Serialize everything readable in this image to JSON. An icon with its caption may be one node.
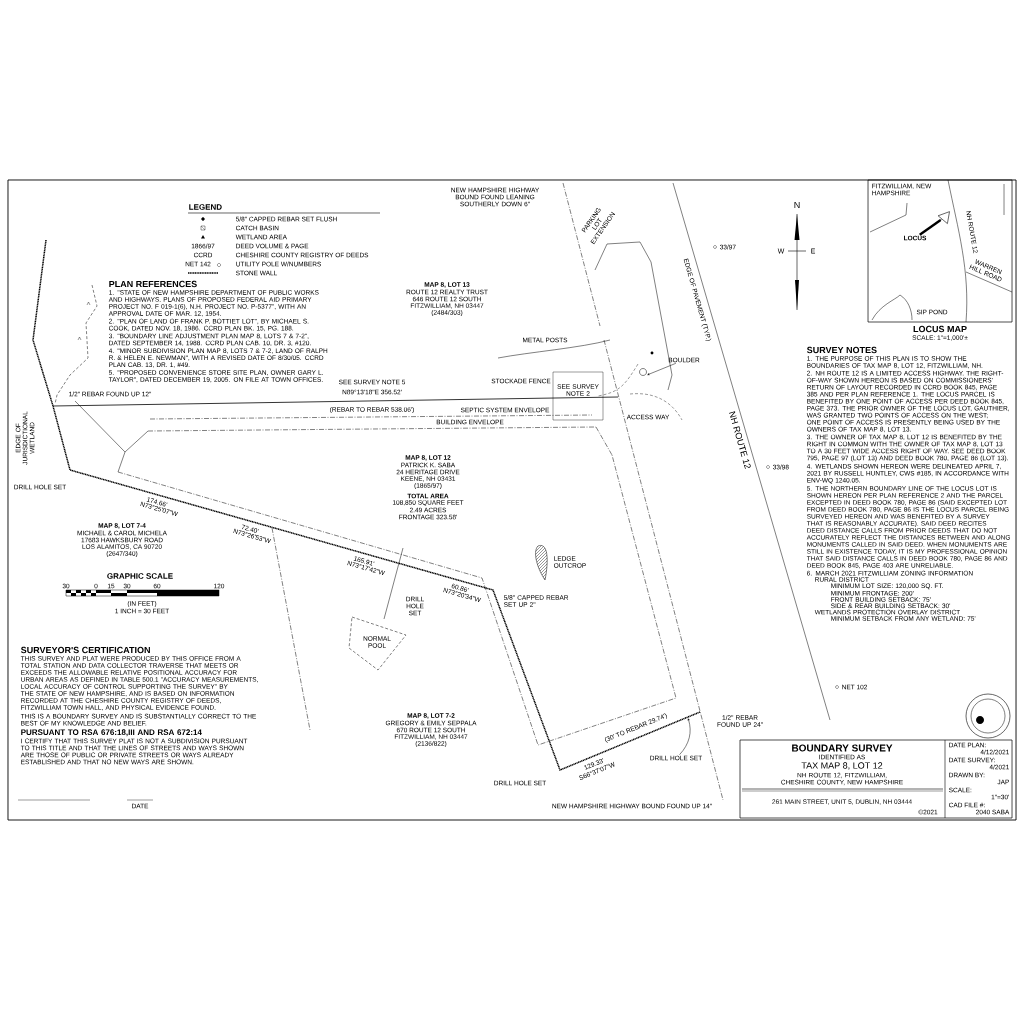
{
  "diagram": {
    "nodes": [
      {
        "text": [
          "LOCUS"
        ]
      },
      {
        "text": [
          "BOULDER"
        ]
      },
      {
        "text": [
          "DRILL HOLE SET"
        ]
      },
      {
        "text": [],
        "shape": "triangle"
      }
    ],
    "edges": [
      {
        "from": 0,
        "to": 3,
        "arrow": "to",
        "style": "thick"
      },
      {
        "from": 1,
        "to": null,
        "arrow": "to"
      },
      {
        "from": 2,
        "to": null,
        "arrow": "to"
      }
    ],
    "labels": [
      "LEGEND",
      "1866/97",
      "CCRD",
      "NET 142",
      "MAP 8, LOT 13",
      "ROUTE 12 REALTY TRUST",
      "646 ROUTE 12 SOUTH",
      "FITZWILLIAM, NH 03447",
      "(2484/303)",
      "MAP 8, LOT 12",
      "PATRICK K. SABA",
      "24 HERITAGE DRIVE",
      "KEENE, NH 03431",
      "(1865/97)",
      "TOTAL AREA",
      "108,850 SQUARE FEET",
      "2.49 ACRES",
      "FRONTAGE 323.58'",
      "MAP 8, LOT 7-4",
      "MICHAEL & CAROL MICHELA",
      "17683 HAWKSBURY ROAD",
      "LOS ALAMITOS, CA 90720",
      "(2647/340)",
      "MAP 8, LOT 7-2",
      "GREGORY & EMILY SEPPALA",
      "670 ROUTE 12 SOUTH",
      "FITZWILLIAM, NH 03447",
      "(2136/822)",
      "SEE SURVEY NOTE 5",
      "N89°13'18\"E 356.52'",
      "(REBAR TO REBAR 538.06')",
      "SEPTIC SYSTEM ENVELOPE",
      "BUILDING ENVELOPE",
      "1/2\" REBAR FOUND UP 12\"",
      "EDGE OF JURISDICTIONAL WETLAND",
      "DRILL HOLE SET",
      "METAL POSTS",
      "STOCKADE FENCE",
      "SEE SURVEY NOTE 2",
      "ACCESS WAY",
      "NH ROUTE 12",
      "NEW HAMPSHIRE HIGHWAY BOUND FOUND LEANING SOUTHERLY DOWN 6\"",
      "NEW HAMPSHIRE HIGHWAY BOUND FOUND UP 14\"",
      "33/97",
      "33/98",
      "NET 102",
      "LEDGE OUTCROP",
      "NORMAL POOL",
      "5/8\" CAPPED REBAR SET UP 2\"",
      "1/2\" REBAR FOUND UP 24\"",
      "DRILL HOLE SET",
      "DRILL HOLE SET",
      "174.66'",
      "N73°25'07\"W",
      "72.40'",
      "N73°26'53\"W",
      "165.91'",
      "N73°17'42\"W",
      "60.86'",
      "N73°20'34\"W",
      "129.33'",
      "S66°37'07\"W",
      "(30' TO REBAR 29.74')",
      "GRAPHIC SCALE",
      "30",
      "0",
      "15",
      "30",
      "60",
      "120",
      "(IN FEET)",
      "1 INCH = 30 FEET",
      "N",
      "W",
      "E",
      "FITZWILLIAM, NEW HAMPSHIRE",
      "NH ROUTE 12",
      "WARREN HILL ROAD",
      "SIP POND",
      "LOCUS MAP",
      "SCALE: 1\"=1,000'±",
      "SURVEY NOTES",
      "1. THE PURPOSE OF THIS PLAN IS TO SHOW THE BOUNDARIES OF TAX MAP 8, LOT 12, FITZWILLIAM, NH.",
      "2. NH ROUTE 12 IS A LIMITED ACCESS HIGHWAY. THE RIGHT-OF-WAY SHOWN HEREON IS BASED ON COMMISSIONERS' RETURN OF LAYOUT RECORDED IN CCRD BOOK 845, PAGE 385 AND PER PLAN REFERENCE 1. THE LOCUS PARCEL IS BENEFITED BY ONE POINT OF ACCESS PER DEED BOOK 845, PAGE 373. THE PRIOR OWNER OF THE LOCUS LOT, GAUTHIER, WAS GRANTED TWO POINTS OF ACCESS ON THE WEST; ONE POINT OF ACCESS IS PRESENTLY BEING USED BY THE OWNERS OF TAX MAP 8, LOT 13.",
      "3. THE OWNER OF TAX MAP 8, LOT 12 IS BENEFITED BY THE RIGHT IN COMMON WITH THE OWNER OF TAX MAP 8, LOT 13 TO A 30 FEET WIDE ACCESS RIGHT OF WAY. SEE DEED BOOK 795, PAGE 97 (LOT 13) AND DEED BOOK 780, PAGE 86 (LOT 13).",
      "4. WETLANDS SHOWN HEREON WERE DELINEATED APRIL 7, 2021 BY RUSSELL HUNTLEY, CWS #185, IN ACCORDANCE WITH ENV-WQ 1240.05.",
      "5. THE NORTHERN BOUNDARY LINE OF THE LOCUS LOT IS SHOWN HEREON PER PLAN REFERENCE 2 AND THE PARCEL EXCEPTED IN DEED BOOK 780, PAGE 86 (SAID EXCEPTED LOT FROM DEED BOOK 780, PAGE 86 IS THE LOCUS PARCEL BEING SURVEYED HEREON AND WAS BENEFITED BY A SURVEY THAT IS REASONABLY ACCURATE). SAID DEED RECITES DEED DISTANCE CALLS FROM PRIOR DEEDS THAT DO NOT ACCURATELY REFLECT THE DISTANCES BETWEEN AND ALONG MONUMENTS CALLED IN SAID DEED. WHEN MONUMENTS ARE STILL IN EXISTENCE TODAY, IT IS MY PROFESSIONAL OPINION THAT SAID DISTANCE CALLS IN DEED BOOK 780, PAGE 86 AND DEED BOOK 845, PAGE 403 ARE UNRELIABLE.",
      "6. MARCH 2021 FITZWILLIAM ZONING INFORMATION",
      "RURAL DISTRICT",
      "MINIMUM LOT SIZE: 120,000 SQ. FT.",
      "MINIMUM FRONTAGE: 200'",
      "FRONT BUILDING SETBACK: 75'",
      "SIDE & REAR BUILDING SETBACK: 30'",
      "WETLANDS PROTECTION OVERLAY DISTRICT",
      "MINIMUM SETBACK FROM ANY WETLAND: 75'",
      "PLAN REFERENCES",
      "1. \"STATE OF NEW HAMPSHIRE DEPARTMENT OF PUBLIC WORKS AND HIGHWAYS. PLANS OF PROPOSED FEDERAL AID PRIMARY PROJECT NO. F 019-1(6), N.H. PROJECT NO. P-5377\", WITH AN APPROVAL DATE OF MAR. 12, 1954.",
      "2. \"PLAN OF LAND OF FRANK P. BOTTIET LOT\", BY MICHAEL S. COOK, DATED NOV. 18, 1986. CCRD PLAN BK. 15, PG. 188.",
      "3. \"BOUNDARY LINE ADJUSTMENT PLAN MAP 8, LOTS 7 & 7-2\", DATED SEPTEMBER 14, 1988. CCRD PLAN CAB. 10, DR. 3, #120.",
      "4. \"MINOR SUBDIVISION PLAN MAP 8, LOTS 7 & 7-2, LAND OF RALPH R. & HELEN E. NEWMAN\", WITH A REVISED DATE OF 8/30/05. CCRD PLAN CAB. 13, DR. 1, #49.",
      "5. \"PROPOSED CONVENIENCE STORE SITE PLAN, OWNER GARY L. TAYLOR\", DATED DECEMBER 19, 2005. ON FILE AT TOWN OFFICES.",
      "SURVEYOR'S CERTIFICATION",
      "THIS SURVEY AND PLAT WERE PRODUCED BY THIS OFFICE FROM A TOTAL STATION AND DATA COLLECTOR TRAVERSE THAT MEETS OR EXCEEDS THE ALLOWABLE RELATIVE POSITIONAL ACCURACY FOR URBAN AREAS AS DEFINED IN TABLE 500.1 \"ACCURACY MEASUREMENTS, LOCAL ACCURACY OF CONTROL SUPPORTING THE SURVEY\" BY THE STATE OF NEW HAMPSHIRE, AND IS BASED ON INFORMATION RECORDED AT THE CHESHIRE COUNTY REGISTRY OF DEEDS, FITZWILLIAM TOWN HALL, AND PHYSICAL EVIDENCE FOUND.",
      "THIS IS A BOUNDARY SURVEY AND IS SUBSTANTIALLY CORRECT TO THE BEST OF MY KNOWLEDGE AND BELIEF.",
      "PURSUANT TO RSA 676:18,III AND RSA 672:14",
      "I CERTIFY THAT THIS SURVEY PLAT IS NOT A SUBDIVISION PURSUANT TO THIS TITLE AND THAT THE LINES OF STREETS AND WAYS SHOWN ARE THOSE OF PUBLIC OR PRIVATE STREETS OR WAYS ALREADY ESTABLISHED AND THAT NO NEW WAYS ARE SHOWN.",
      "DATE",
      "BOUNDARY SURVEY",
      "IDENTIFIED AS",
      "TAX MAP 8, LOT 12",
      "NH ROUTE 12, FITZWILLIAM, CHESHIRE COUNTY, NEW HAMPSHIRE",
      "261 MAIN STREET, UNIT 5, DUBLIN, NH 03444",
      "©2021",
      "DATE PLAN:",
      "4/12/2021",
      "DATE SURVEY:",
      "4/2021",
      "DRAWN BY:",
      "JAP",
      "SCALE:",
      "1\"=30'",
      "CAD FILE #:",
      "2040 SABA",
      "PARKING LOT EXTENSION",
      "EDGE OF PAVEMENT (TYP.)"
    ],
    "legend": [
      {
        "text": "5/8\" CAPPED REBAR SET FLUSH"
      },
      {
        "text": "CATCH BASIN"
      },
      {
        "text": "WETLAND AREA"
      },
      {
        "text": "DEED VOLUME & PAGE"
      },
      {
        "text": "CHESHIRE COUNTY REGISTRY OF DEEDS"
      },
      {
        "text": "UTILITY POLE W/NUMBERS"
      },
      {
        "text": "STONE WALL"
      }
    ]
  }
}
